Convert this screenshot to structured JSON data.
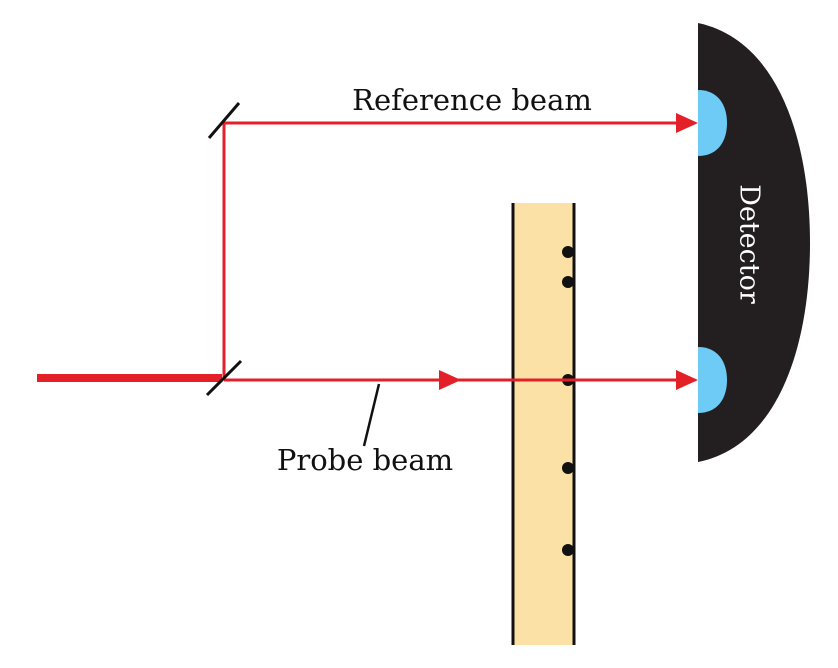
{
  "labels": {
    "reference_beam": "Reference beam",
    "probe_beam": "Probe beam",
    "detector": "Detector"
  },
  "colors": {
    "beam": "#e32028",
    "sample": "#fbe1a6",
    "detector_body": "#231f20",
    "detector_window": "#6dcbf5",
    "mirror": "#111111",
    "particle": "#111111"
  },
  "components": {
    "sample_particles": 5,
    "mirrors": 2,
    "detector_windows": 2
  }
}
